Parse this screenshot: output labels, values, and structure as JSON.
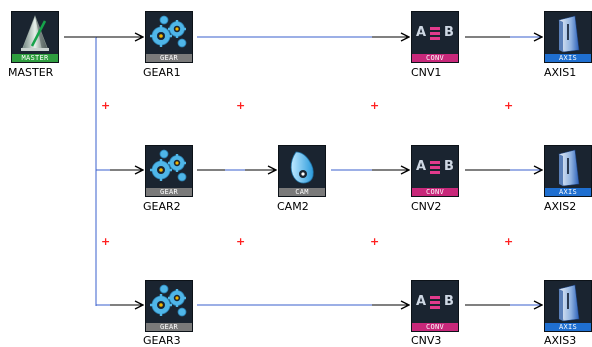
{
  "nodes": {
    "master": {
      "name": "MASTER",
      "tag": "MASTER",
      "tag_color": "#2f9e3f"
    },
    "gear1": {
      "name": "GEAR1",
      "tag": "GEAR",
      "tag_color": "#7a7a7a"
    },
    "cnv1": {
      "name": "CNV1",
      "tag": "CONV",
      "tag_color": "#c8287a"
    },
    "axis1": {
      "name": "AXIS1",
      "tag": "AXIS",
      "tag_color": "#1f6fd0"
    },
    "gear2": {
      "name": "GEAR2",
      "tag": "GEAR",
      "tag_color": "#7a7a7a"
    },
    "cam2": {
      "name": "CAM2",
      "tag": "CAM",
      "tag_color": "#7a7a7a"
    },
    "cnv2": {
      "name": "CNV2",
      "tag": "CONV",
      "tag_color": "#c8287a"
    },
    "axis2": {
      "name": "AXIS2",
      "tag": "AXIS",
      "tag_color": "#1f6fd0"
    },
    "gear3": {
      "name": "GEAR3",
      "tag": "GEAR",
      "tag_color": "#7a7a7a"
    },
    "cnv3": {
      "name": "CNV3",
      "tag": "CONV",
      "tag_color": "#c8287a"
    },
    "axis3": {
      "name": "AXIS3",
      "tag": "AXIS",
      "tag_color": "#1f6fd0"
    }
  },
  "conv_letters": {
    "a": "A",
    "b": "B"
  },
  "colors": {
    "connector_blue": "#3a5fcd",
    "arrow_black": "#000000",
    "insert_marker": "#ff2020"
  },
  "icons": {
    "master": "metronome-icon",
    "gear": "gears-icon",
    "cam": "cam-icon",
    "conv": "converter-icon",
    "axis": "servo-axis-icon",
    "insert": "plus-insert-marker"
  },
  "insert_marker": "+"
}
